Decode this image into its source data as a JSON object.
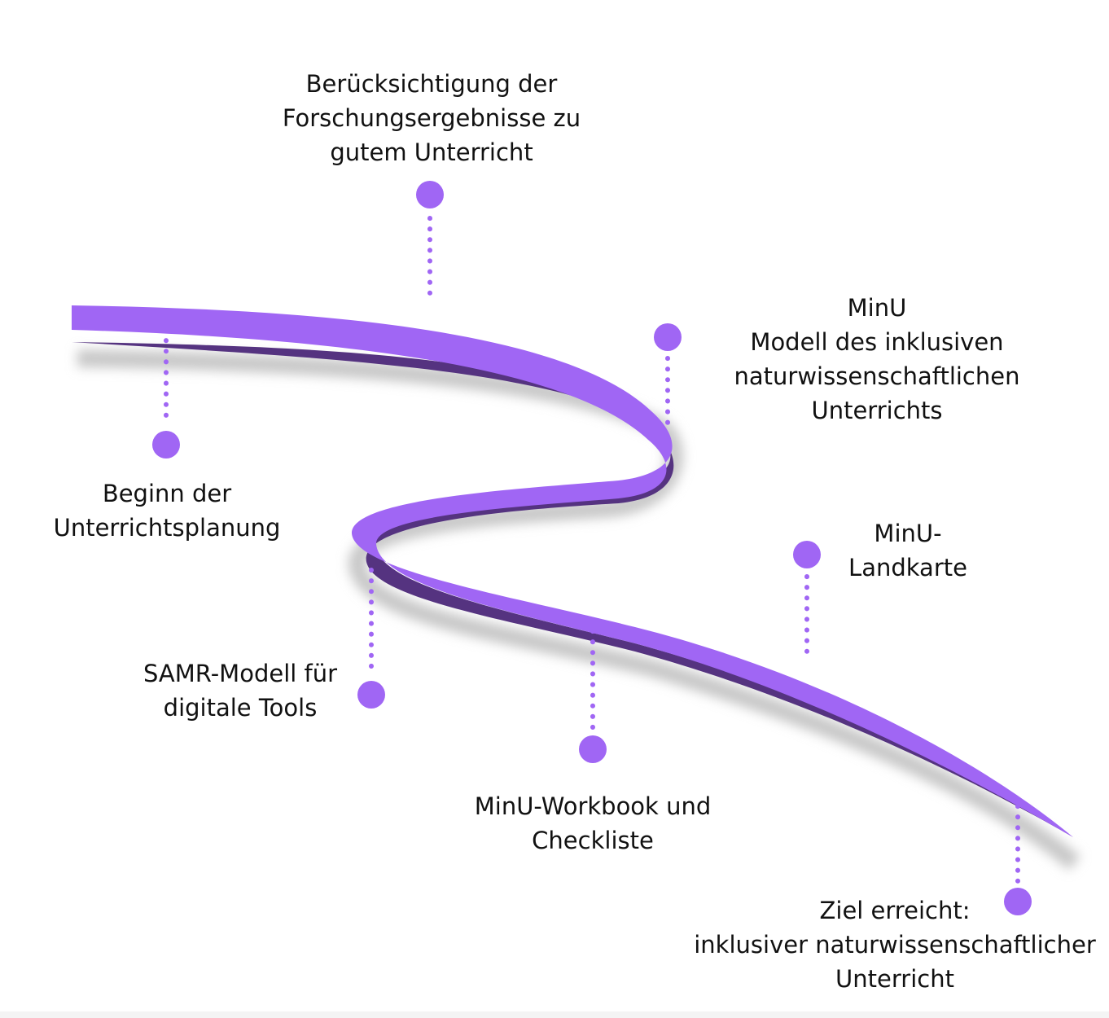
{
  "colors": {
    "road_top": "#a066f4",
    "road_side": "#553380",
    "road_shadow": "#c8c8c8",
    "dot": "#a066f4",
    "text": "#111111"
  },
  "milestones": [
    {
      "lines": [
        "Berücksichtigung der",
        "Forschungsergebnisse zu",
        "gutem Unterricht"
      ]
    },
    {
      "lines": [
        "MinU",
        "Modell des inklusiven",
        "naturwissenschaftlichen",
        "Unterrichts"
      ]
    },
    {
      "lines": [
        "Beginn der",
        "Unterrichtsplanung"
      ]
    },
    {
      "lines": [
        "MinU-",
        "Landkarte"
      ]
    },
    {
      "lines": [
        "SAMR-Modell für",
        "digitale Tools"
      ]
    },
    {
      "lines": [
        "MinU-Workbook und",
        "Checkliste"
      ]
    },
    {
      "lines": [
        "Ziel erreicht:",
        "inklusiver naturwissenschaftlicher",
        "Unterricht"
      ]
    }
  ]
}
